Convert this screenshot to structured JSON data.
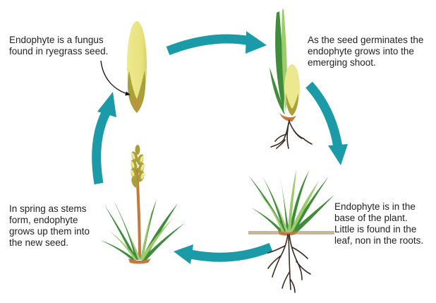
{
  "colors": {
    "arrow": "#1b9aa8",
    "seed_light": "#ece890",
    "seed_dark": "#a8a13a",
    "seed_tip": "#c98a46",
    "leaf_light": "#9ccc6a",
    "leaf_dark": "#3f8c3a",
    "leaf_base": "#c4783e",
    "root": "#3d2a20",
    "ground": "#c7b899"
  },
  "captions": [
    {
      "id": "seed",
      "lines": [
        "Endophyte is a fungus",
        "found in ryegrass seed."
      ]
    },
    {
      "id": "germination",
      "lines": [
        "As the seed germinates the",
        "endophyte grows into the",
        "emerging shoot."
      ]
    },
    {
      "id": "plant-base",
      "lines": [
        "Endophyte is in the",
        "base of the plant.",
        "Little is found in the",
        "leaf, non in the roots."
      ]
    },
    {
      "id": "spring-stems",
      "lines": [
        "In spring as stems",
        "form, endophyte",
        "grows up them into",
        "the new seed."
      ]
    }
  ],
  "cycle_arrows": [
    {
      "from": "seed",
      "to": "germination",
      "direction": "right"
    },
    {
      "from": "germination",
      "to": "plant-base",
      "direction": "down"
    },
    {
      "from": "plant-base",
      "to": "spring-stems",
      "direction": "left"
    },
    {
      "from": "spring-stems",
      "to": "seed",
      "direction": "up"
    }
  ],
  "illustrations": [
    {
      "name": "ryegrass-seed-illustration"
    },
    {
      "name": "germinating-seed-illustration"
    },
    {
      "name": "established-plant-illustration"
    },
    {
      "name": "flowering-plant-illustration"
    }
  ]
}
